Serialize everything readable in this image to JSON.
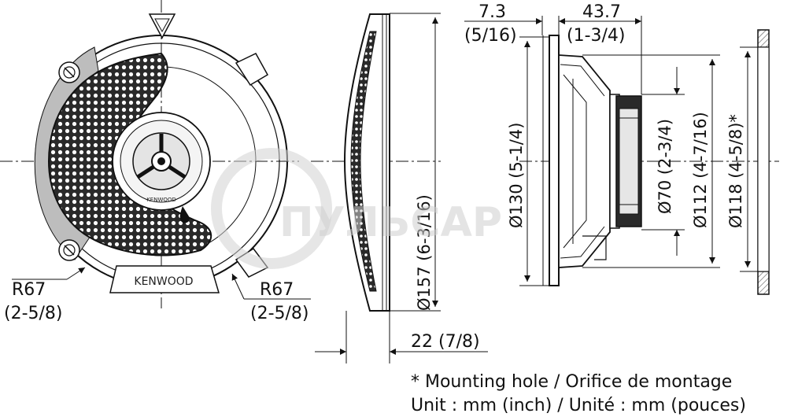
{
  "front_view": {
    "brand_large": "KENWOOD",
    "brand_small": "KENWOOD",
    "radius_left": "R67",
    "radius_left_inch": "(2-5/8)",
    "radius_right": "R67",
    "radius_right_inch": "(2-5/8)"
  },
  "side_view": {
    "outer_diameter": "Ø157 (6-3/16)",
    "depth": "22 (7/8)"
  },
  "profile_view": {
    "flange_thickness": "7.3",
    "flange_thickness_inch": "(5/16)",
    "mount_depth": "43.7",
    "mount_depth_inch": "(1-3/4)",
    "frame_diameter": "Ø130 (5-1/4)",
    "magnet_diameter": "Ø70 (2-3/4)",
    "body_diameter": "Ø112 (4-7/16)",
    "hole_diameter": "Ø118 (4-5/8)*"
  },
  "watermark": "ПУЛЬСАР",
  "notes": {
    "mounting": "* Mounting hole / Orifice de montage",
    "units": "Unit : mm (inch) / Unité : mm (pouces)"
  }
}
